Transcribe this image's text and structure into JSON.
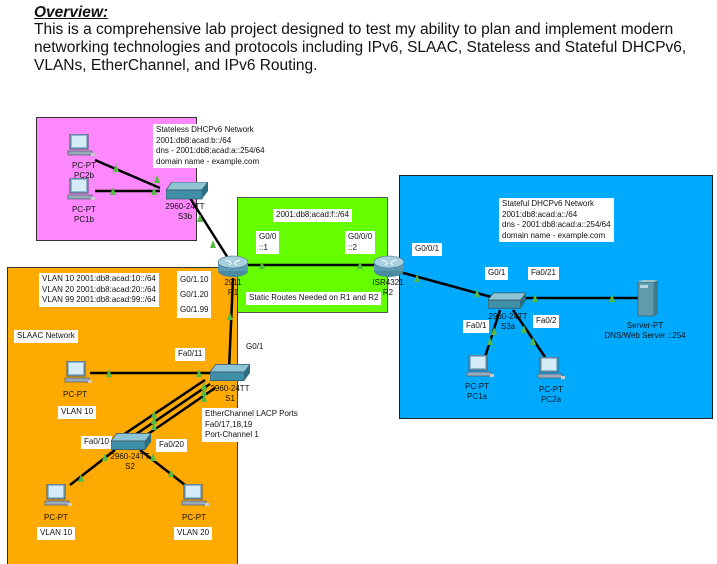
{
  "overview": {
    "heading": "Overview:",
    "text": "This is a comprehensive lab project designed to test my ability to plan and implement modern networking technologies and protocols including IPv6, SLAAC, Stateless and Stateful DHCPv6, VLANs, EtherChannel, and IPv6 Routing."
  },
  "colors": {
    "stateless_region": "#ff88ff",
    "routing_region": "#66ff00",
    "stateful_region": "#00aaff",
    "slaac_region": "#ffaa00",
    "link_up_marker": "#55bb44"
  },
  "regions": {
    "stateless": {
      "note": [
        "Stateless DHCPv6 Network",
        "2001:db8:acad:b::/64",
        "dns - 2001:db8:acad:a::254/64",
        "domain name - example.com"
      ],
      "devices": {
        "pc2b": {
          "model": "PC-PT",
          "name": "PC2b"
        },
        "pc1b": {
          "model": "PC-PT",
          "name": "PC1b"
        },
        "s3b": {
          "model": "2960-24TT",
          "name": "S3b"
        }
      }
    },
    "routing": {
      "network": "2001:db8:acad:f::/64",
      "r1_port": [
        "G0/0",
        "::1"
      ],
      "r2_port": [
        "G0/0/0",
        "::2"
      ],
      "note": "Static Routes Needed on R1 and R2",
      "r1": {
        "model": "2911",
        "name": "R1"
      },
      "r2": {
        "model": "ISR4321",
        "name": "R2"
      }
    },
    "stateful": {
      "note": [
        "Stateful DHCPv6 Network",
        "2001:db8:acad:a::/64",
        "dns - 2001:db8:acad:a::254/64",
        "domain name - example.com"
      ],
      "ports": {
        "r2_g001": "G0/0/1",
        "s3a_g01": "G0/1",
        "s3a_fa021": "Fa0/21",
        "s3a_fa01": "Fa0/1",
        "s3a_fa02": "Fa0/2"
      },
      "devices": {
        "s3a": {
          "model": "2960-24TT",
          "name": "S3a"
        },
        "server": {
          "model": "Server-PT",
          "name": "DNS/Web Server ::254"
        },
        "pc1a": {
          "model": "PC-PT",
          "name": "PC1a"
        },
        "pc2a": {
          "model": "PC-PT",
          "name": "PC2a"
        }
      }
    },
    "slaac": {
      "vlans": [
        "VLAN 10 2001:db8:acad:10::/64",
        "VLAN 20 2001:db8:acad:20::/64",
        "VLAN 99 2001:db8:acad:99::/64"
      ],
      "subinterfaces": [
        "G0/1.10",
        "G0/1.20",
        "G0/1.99"
      ],
      "title": "SLAAC Network",
      "ports": {
        "r1_g01": "G0/1",
        "s1_fa011": "Fa0/11",
        "s2_fa010": "Fa0/10",
        "s2_fa020": "Fa0/20"
      },
      "etherchannel": [
        "EtherChannel LACP Ports",
        "Fa0/17,18,19",
        "Port-Channel 1"
      ],
      "devices": {
        "s1": {
          "model": "2960-24TT",
          "name": "S1"
        },
        "s2": {
          "model": "2960-24TT",
          "name": "S2"
        },
        "pc_s1": {
          "model": "PC-PT",
          "vlan": "VLAN 10"
        },
        "pc_s2_left": {
          "model": "PC-PT",
          "vlan": "VLAN 10"
        },
        "pc_s2_right": {
          "model": "PC-PT",
          "vlan": "VLAN 20"
        }
      }
    }
  }
}
